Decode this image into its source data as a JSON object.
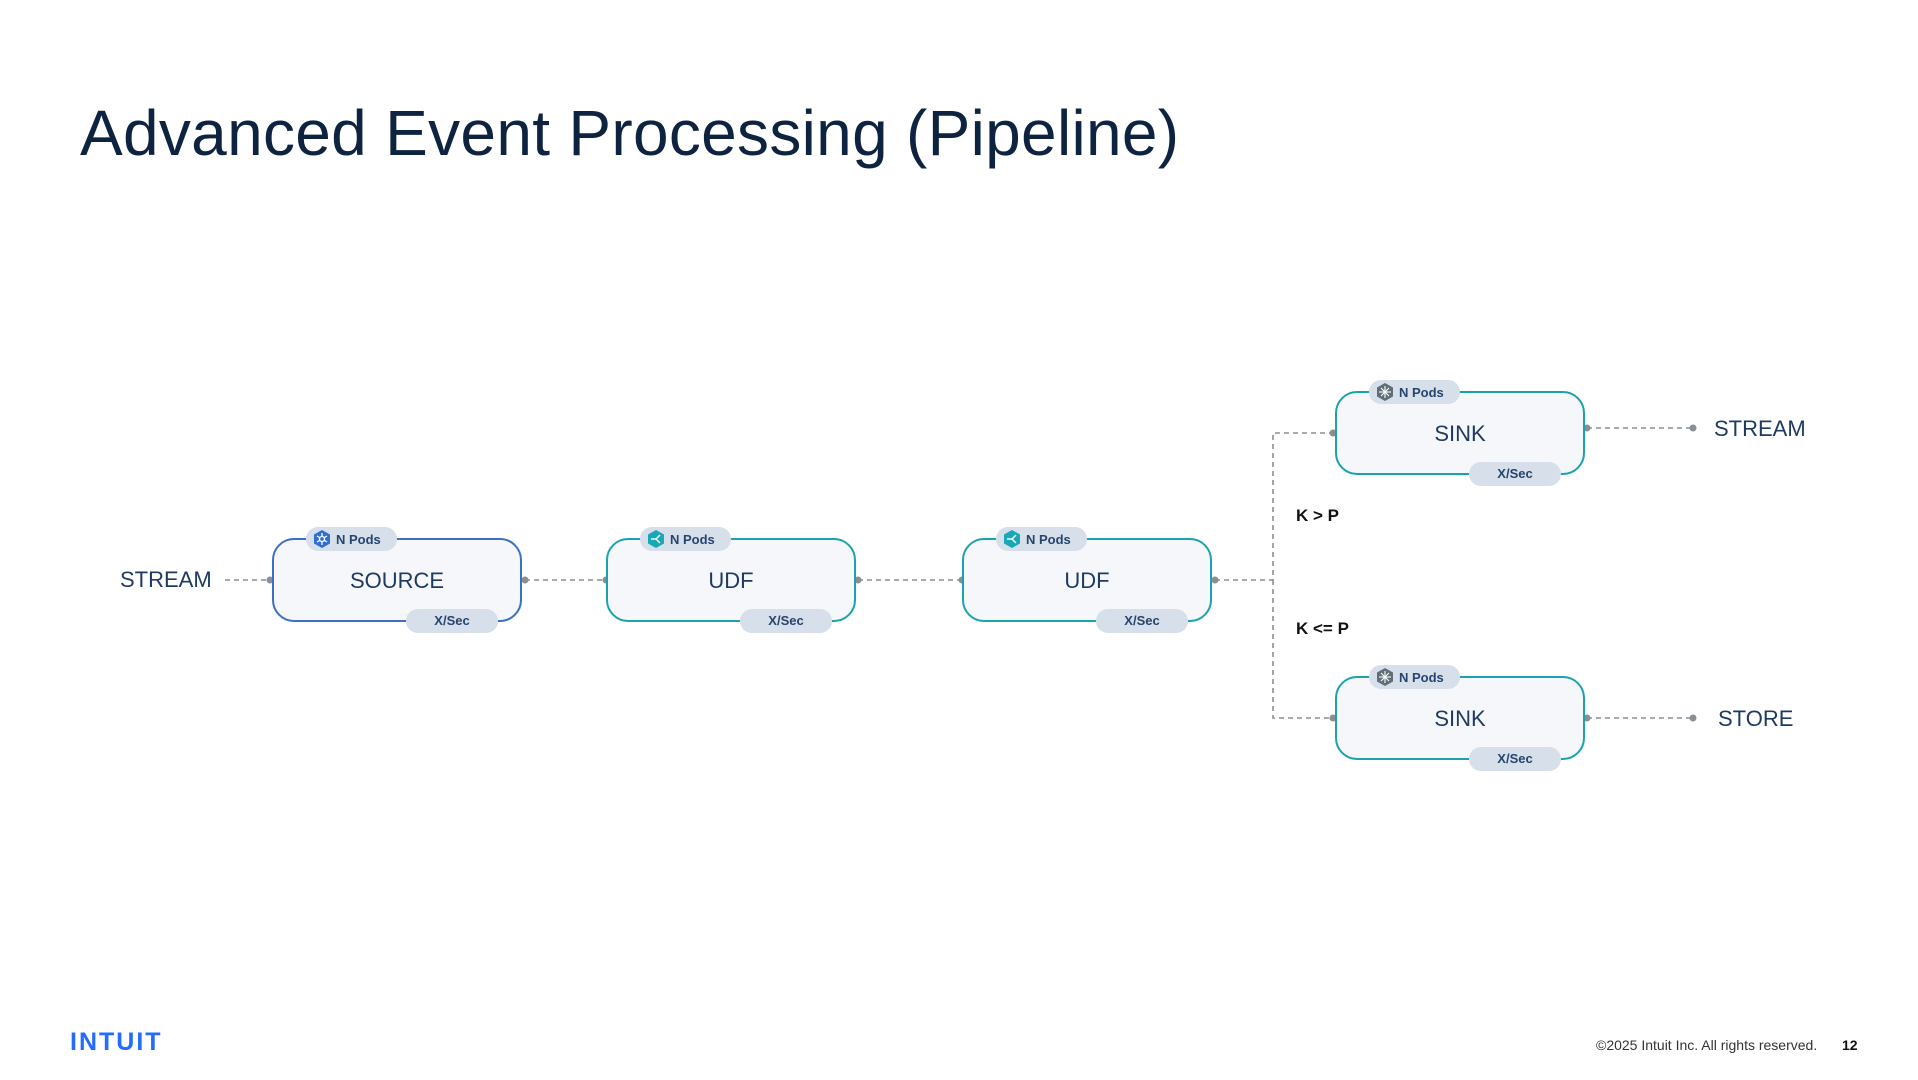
{
  "title": "Advanced Event Processing (Pipeline)",
  "input_label": "STREAM",
  "nodes": {
    "source": {
      "label": "SOURCE",
      "pods": "N Pods",
      "rate": "X/Sec"
    },
    "udf1": {
      "label": "UDF",
      "pods": "N Pods",
      "rate": "X/Sec"
    },
    "udf2": {
      "label": "UDF",
      "pods": "N Pods",
      "rate": "X/Sec"
    },
    "sink1": {
      "label": "SINK",
      "pods": "N Pods",
      "rate": "X/Sec"
    },
    "sink2": {
      "label": "SINK",
      "pods": "N Pods",
      "rate": "X/Sec"
    }
  },
  "conditions": {
    "upper": "K > P",
    "lower": "K <= P"
  },
  "outputs": {
    "upper": "STREAM",
    "lower": "STORE"
  },
  "footer": {
    "logo": "INTUIT",
    "copyright": "©2025 Intuit Inc. All rights reserved.",
    "page": "12"
  },
  "colors": {
    "title": "#0d2340",
    "udf_border": "#1aa3ad",
    "source_border": "#3d6fc3",
    "badge": "#d7dfea",
    "logo": "#236cff"
  }
}
